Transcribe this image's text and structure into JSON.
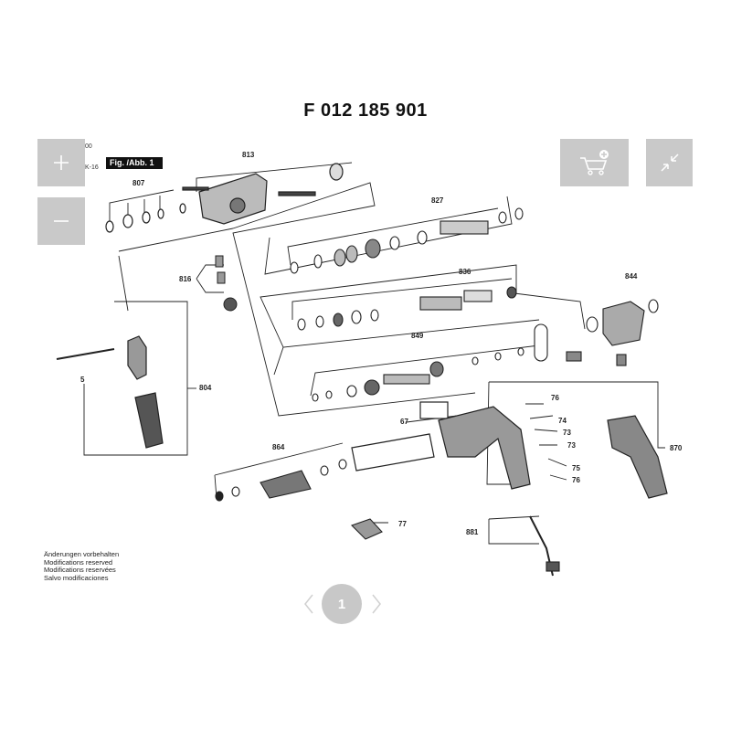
{
  "document": {
    "title": "F 012 185 901",
    "figure_tag": "Fig. /Abb. 1",
    "edge_text": [
      "00",
      "K-16"
    ],
    "notes": [
      "Änderungen vorbehalten",
      "Modifications reserved",
      "Modifications reservées",
      "Salvo modificaciones"
    ]
  },
  "controls": {
    "zoom_in_icon": "plus-icon",
    "zoom_out_icon": "minus-icon",
    "cart_icon": "cart-icon",
    "collapse_icon": "collapse-arrows-icon"
  },
  "pager": {
    "current_page": "1"
  },
  "part_labels": {
    "p813": "813",
    "p807": "807",
    "p827": "827",
    "p816": "816",
    "p836": "836",
    "p844": "844",
    "p849": "849",
    "p804": "804",
    "p5": "5",
    "p76a": "76",
    "p74": "74",
    "p73a": "73",
    "p73b": "73",
    "p75": "75",
    "p76b": "76",
    "p67": "67",
    "p864": "864",
    "p870": "870",
    "p77": "77",
    "p881": "881"
  },
  "colors": {
    "control_bg": "#c9c9c9",
    "pager_bg": "#c8c8c8",
    "line": "#222222"
  }
}
